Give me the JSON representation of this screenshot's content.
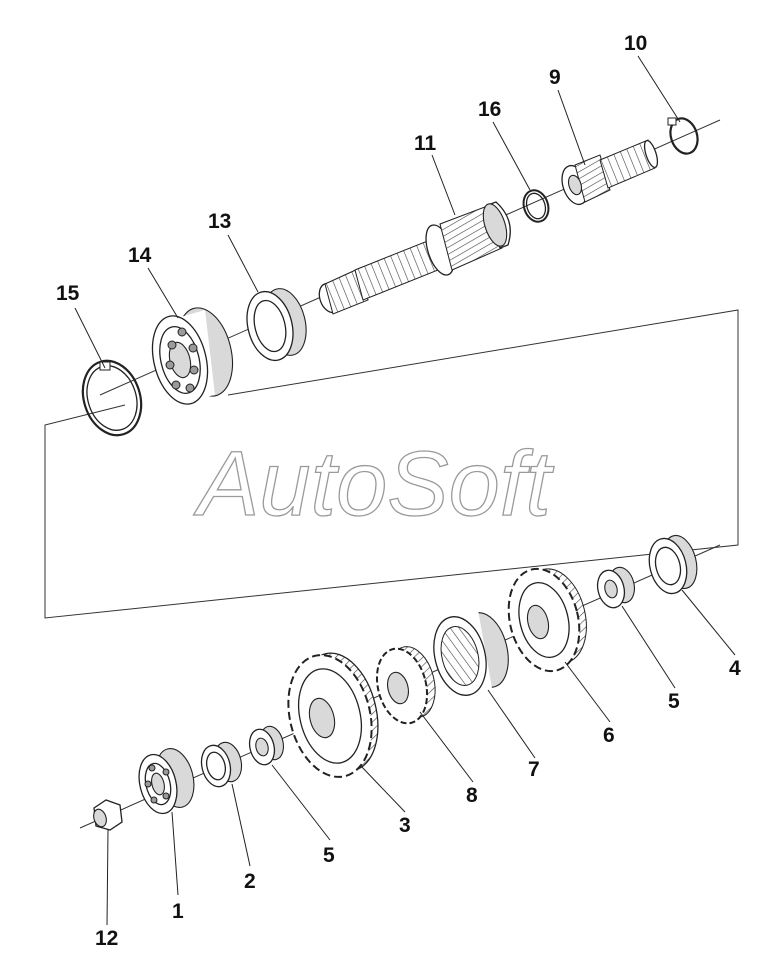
{
  "watermark": "AutoSoft",
  "callouts": {
    "c1": "1",
    "c2": "2",
    "c3": "3",
    "c4": "4",
    "c5a": "5",
    "c5b": "5",
    "c6": "6",
    "c7": "7",
    "c8": "8",
    "c9": "9",
    "c10": "10",
    "c11": "11",
    "c12": "12",
    "c13": "13",
    "c14": "14",
    "c15": "15",
    "c16": "16"
  }
}
